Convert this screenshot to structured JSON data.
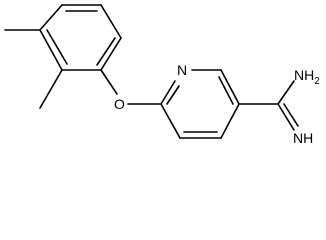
{
  "molecule": {
    "atom_labels": {
      "pyridine_nitrogen": "N",
      "ether_oxygen": "O",
      "amine": "NH",
      "amine_subscript": "2",
      "imine": "NH"
    },
    "colors": {
      "bond": "#000000",
      "label": "#000000",
      "background": "#ffffff"
    }
  }
}
